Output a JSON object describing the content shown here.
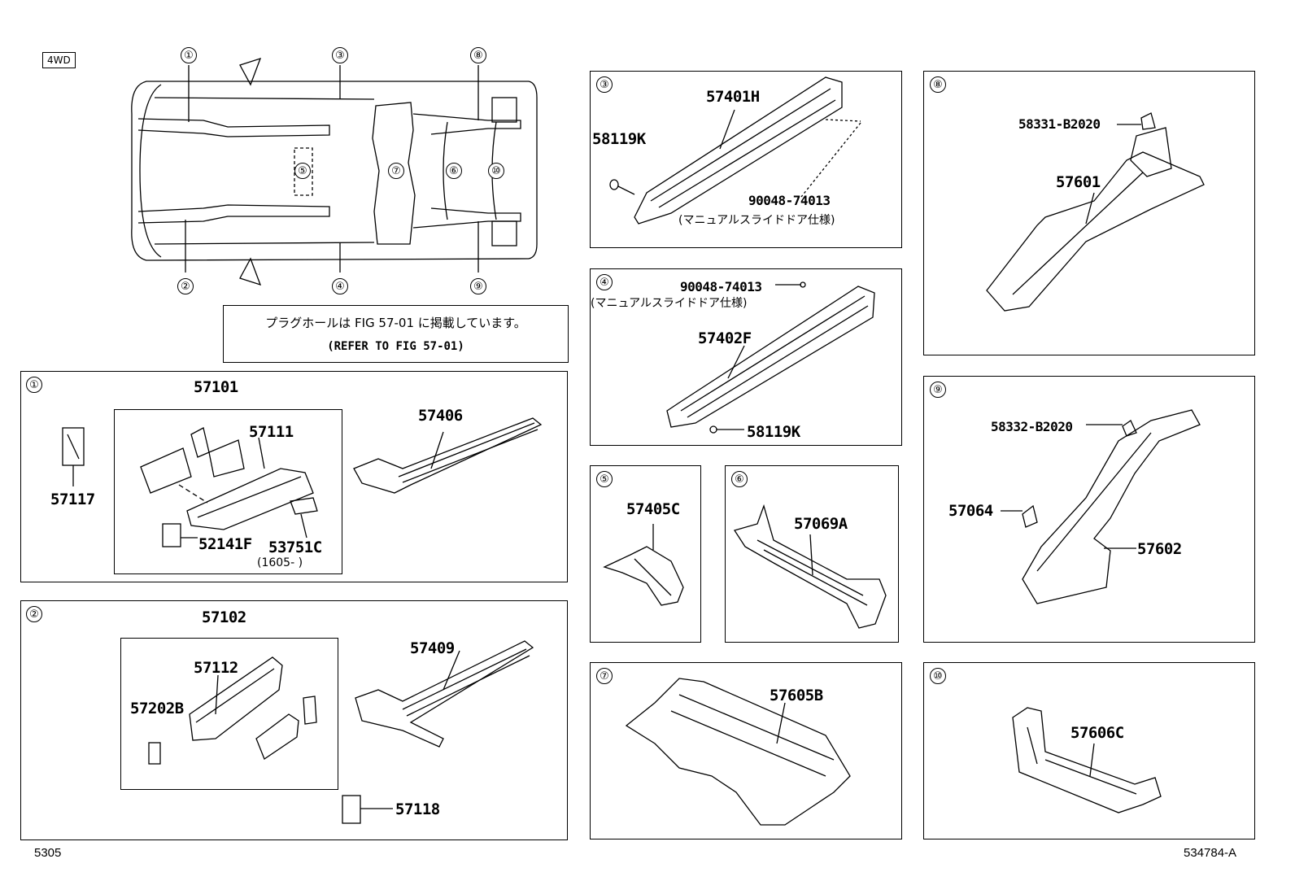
{
  "header_tag": "4WD",
  "overview": {
    "callouts": [
      "①",
      "②",
      "③",
      "④",
      "⑤",
      "⑥",
      "⑦",
      "⑧",
      "⑨",
      "⑩"
    ]
  },
  "refer_note": {
    "jp": "プラグホールは FIG 57-01 に掲載しています。",
    "en": "(REFER TO FIG 57-01)"
  },
  "panels": {
    "p1": {
      "num": "①",
      "group": "57101",
      "parts": [
        "57111",
        "52141F",
        "53751C",
        "57117",
        "57406"
      ],
      "date_note": "(1605-      )"
    },
    "p2": {
      "num": "②",
      "group": "57102",
      "parts": [
        "57112",
        "57202B",
        "57409",
        "57118"
      ]
    },
    "p3": {
      "num": "③",
      "parts": [
        "57401H",
        "58119K",
        "90048-74013"
      ],
      "note": "(マニュアルスライドドア仕様)"
    },
    "p4": {
      "num": "④",
      "parts": [
        "90048-74013",
        "57402F",
        "58119K"
      ],
      "note": "(マニュアルスライドドア仕様)"
    },
    "p5": {
      "num": "⑤",
      "parts": [
        "57405C"
      ]
    },
    "p6": {
      "num": "⑥",
      "parts": [
        "57069A"
      ]
    },
    "p7": {
      "num": "⑦",
      "parts": [
        "57605B"
      ]
    },
    "p8": {
      "num": "⑧",
      "parts": [
        "58331-B2020",
        "57601"
      ]
    },
    "p9": {
      "num": "⑨",
      "parts": [
        "58332-B2020",
        "57064",
        "57602"
      ]
    },
    "p10": {
      "num": "⑩",
      "parts": [
        "57606C"
      ]
    }
  },
  "footer": {
    "left": "5305",
    "right": "534784-A"
  }
}
